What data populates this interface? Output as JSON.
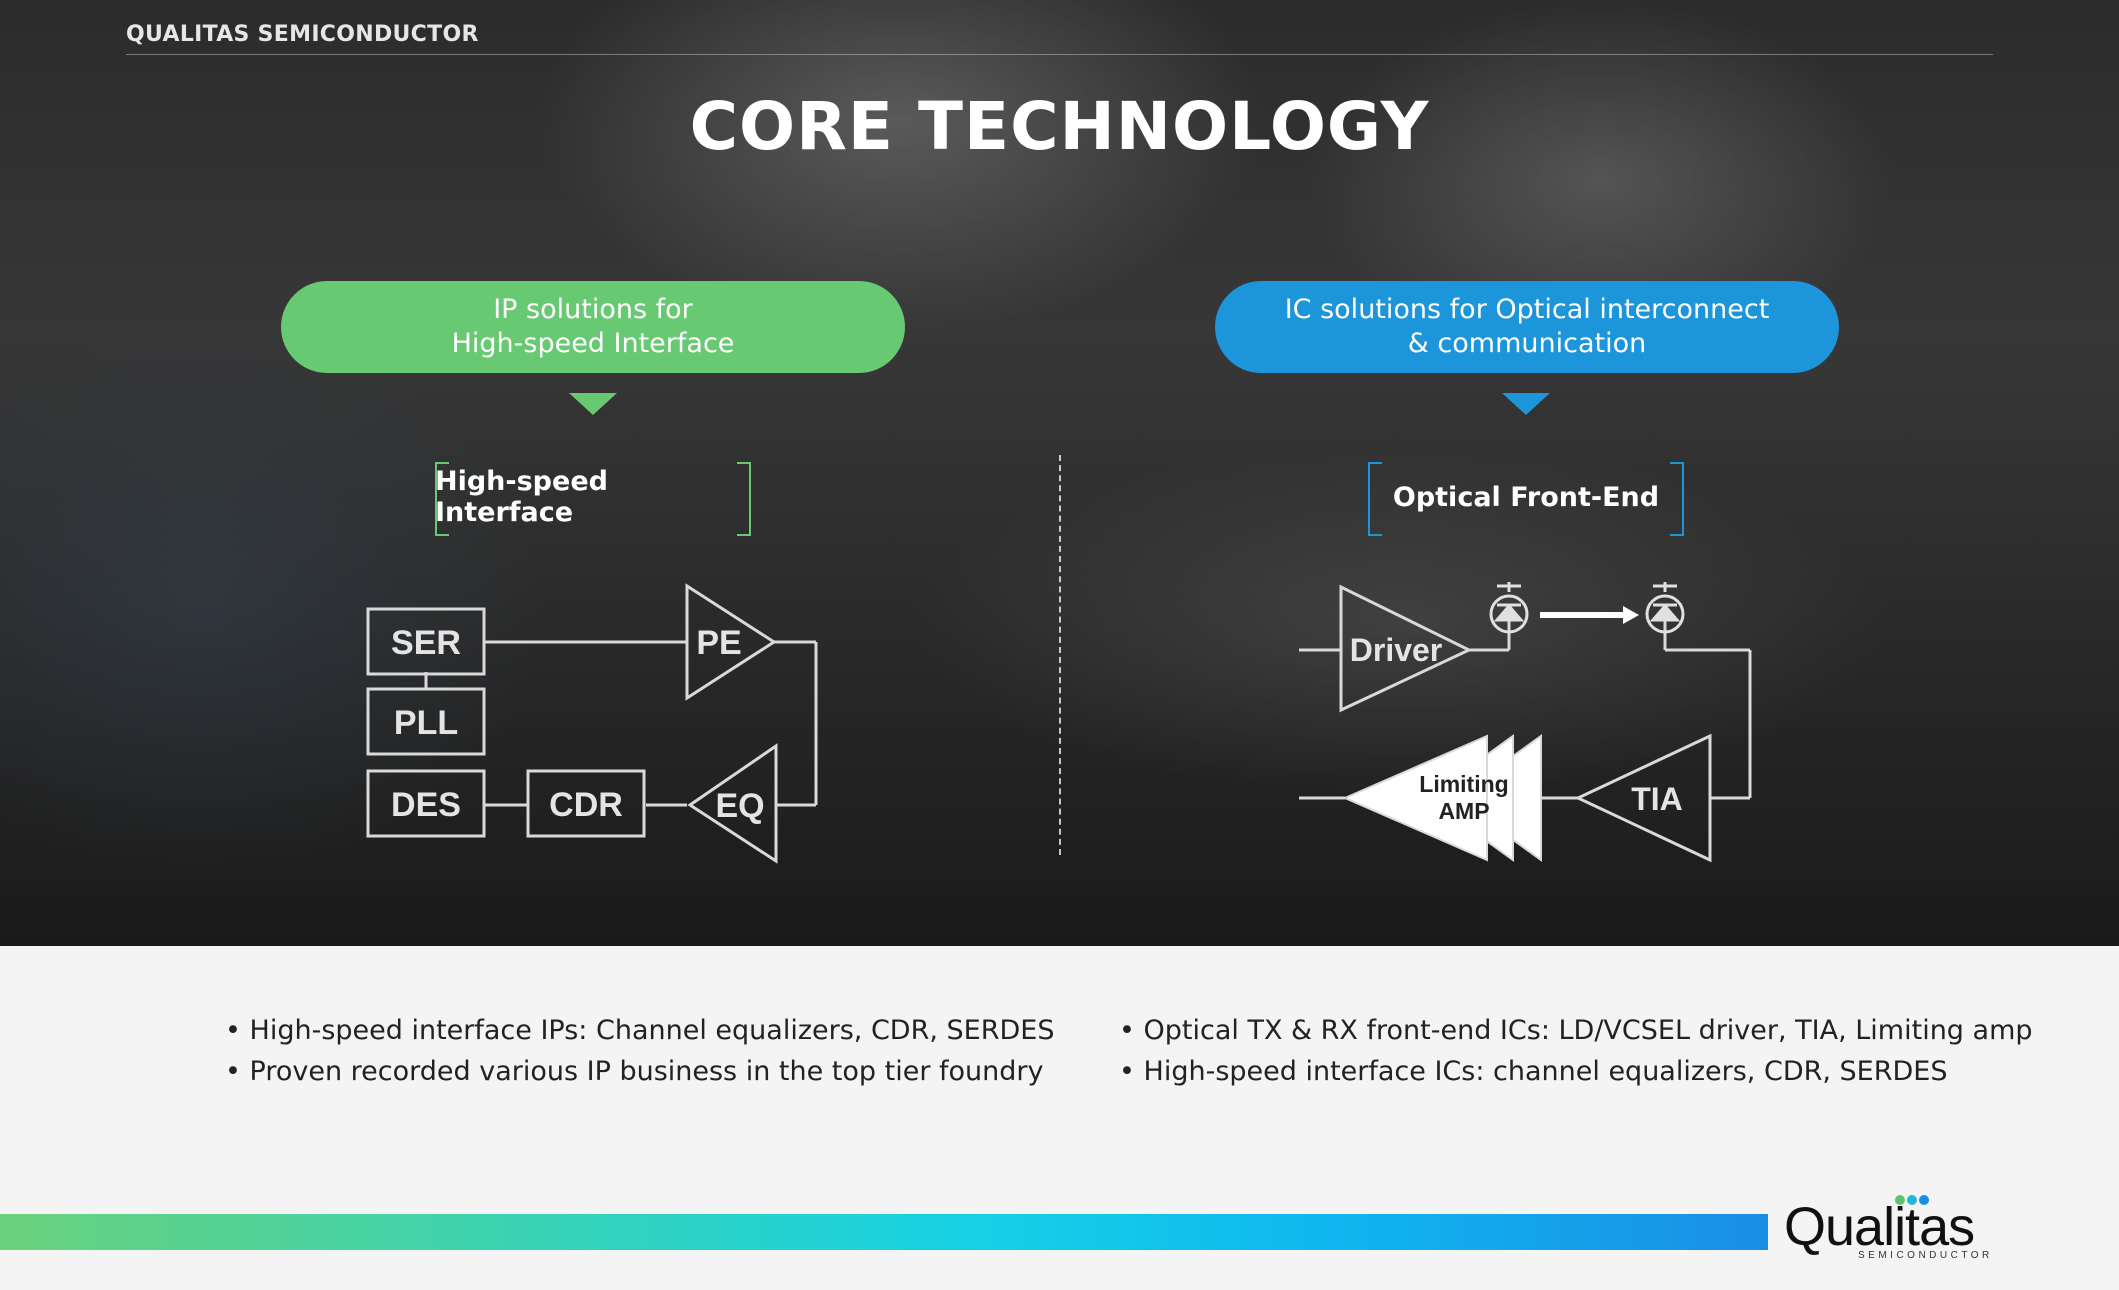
{
  "header": {
    "company": "QUALITAS SEMICONDUCTOR",
    "title": "CORE TECHNOLOGY"
  },
  "left_panel": {
    "pill_lines": [
      "IP solutions for",
      "High-speed Interface"
    ],
    "section_label": "High-speed Interface",
    "blocks": [
      "SER",
      "PLL",
      "DES",
      "CDR",
      "PE",
      "EQ"
    ],
    "bullets": [
      "High-speed interface IPs: Channel equalizers, CDR, SERDES",
      "Proven recorded various IP business in the top tier foundry"
    ],
    "color": "#67c972"
  },
  "right_panel": {
    "pill_lines": [
      "IC solutions for Optical interconnect",
      "& communication"
    ],
    "section_label": "Optical Front-End",
    "blocks": [
      "Driver",
      "TIA",
      "Limiting",
      "AMP"
    ],
    "icons": [
      "laser-diode-icon",
      "photodiode-icon",
      "right-arrow-icon"
    ],
    "bullets": [
      "Optical TX & RX front-end ICs: LD/VCSEL driver, TIA, Limiting amp",
      "High-speed interface ICs: channel equalizers, CDR, SERDES"
    ],
    "color": "#1d95db"
  },
  "footer": {
    "logo_word": "Qualitas",
    "logo_sub": "SEMICONDUCTOR"
  }
}
